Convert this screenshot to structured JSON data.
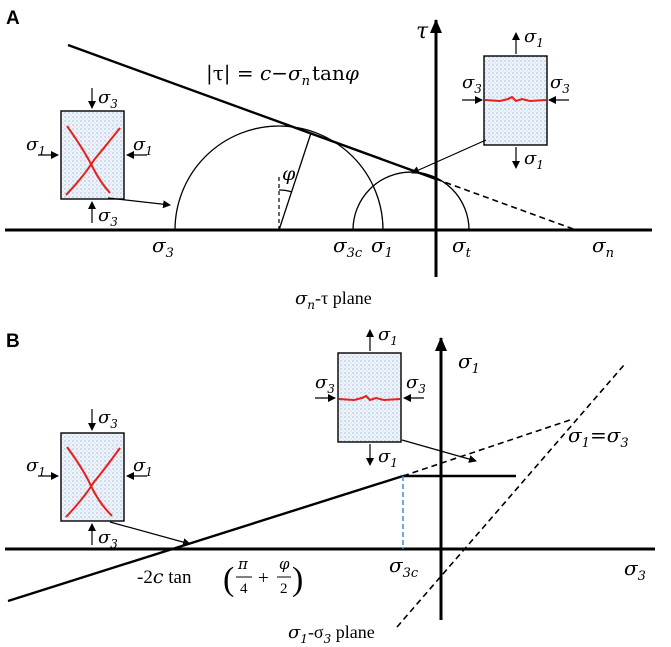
{
  "panel_a": {
    "letter": "A",
    "caption": "σn-τ plane",
    "caption_main": "σ",
    "caption_sub": "n",
    "caption_rest": "-τ plane",
    "criterion": {
      "lhs": "|τ| = ",
      "c": "c",
      "minus": "−",
      "sigma": "σ",
      "sub": "n",
      "tan": "tan",
      "phi": "φ"
    },
    "axis_tau": "τ",
    "axis_sigma": {
      "main": "σ",
      "sub": "n"
    },
    "label_s3": {
      "main": "σ",
      "sub": "3"
    },
    "label_s3c": {
      "main": "σ",
      "sub": "3c"
    },
    "label_s1": {
      "main": "σ",
      "sub": "1"
    },
    "label_st": {
      "main": "σ",
      "sub": "t"
    },
    "angle": "φ",
    "specimen_left": {
      "top": {
        "main": "σ",
        "sub": "3"
      },
      "bottom": {
        "main": "σ",
        "sub": "3"
      },
      "left": {
        "main": "σ",
        "sub": "1"
      },
      "right": {
        "main": "σ",
        "sub": "1"
      }
    },
    "specimen_right": {
      "top": {
        "main": "σ",
        "sub": "1"
      },
      "bottom": {
        "main": "σ",
        "sub": "1"
      },
      "left": {
        "main": "σ",
        "sub": "3"
      },
      "right": {
        "main": "σ",
        "sub": "3"
      }
    }
  },
  "panel_b": {
    "letter": "B",
    "caption_main": "σ",
    "caption_sub": "1",
    "caption_rest": "-σ",
    "caption_sub2": "3",
    "caption_tail": " plane",
    "axis_s1": {
      "main": "σ",
      "sub": "1"
    },
    "axis_s3": {
      "main": "σ",
      "sub": "3"
    },
    "equality": {
      "a": "σ",
      "a_sub": "1",
      "eq": "=",
      "b": "σ",
      "b_sub": "3"
    },
    "label_s3c": {
      "main": "σ",
      "sub": "3c"
    },
    "intercept": {
      "prefix": "-2",
      "c": "c",
      "tan": " tan",
      "pi": "π",
      "four": "4",
      "plus": "+",
      "phi": "φ",
      "two": "2"
    },
    "specimen_left": {
      "top": {
        "main": "σ",
        "sub": "3"
      },
      "bottom": {
        "main": "σ",
        "sub": "3"
      },
      "left": {
        "main": "σ",
        "sub": "1"
      },
      "right": {
        "main": "σ",
        "sub": "1"
      }
    },
    "specimen_right": {
      "top": {
        "main": "σ",
        "sub": "1"
      },
      "bottom": {
        "main": "σ",
        "sub": "1"
      },
      "left": {
        "main": "σ",
        "sub": "3"
      },
      "right": {
        "main": "σ",
        "sub": "3"
      }
    }
  },
  "colors": {
    "crack": "#e8201c",
    "specimen_fill": "#eef3fa",
    "specimen_dot": "#9fb8d6",
    "guide": "#3a8fd6"
  }
}
